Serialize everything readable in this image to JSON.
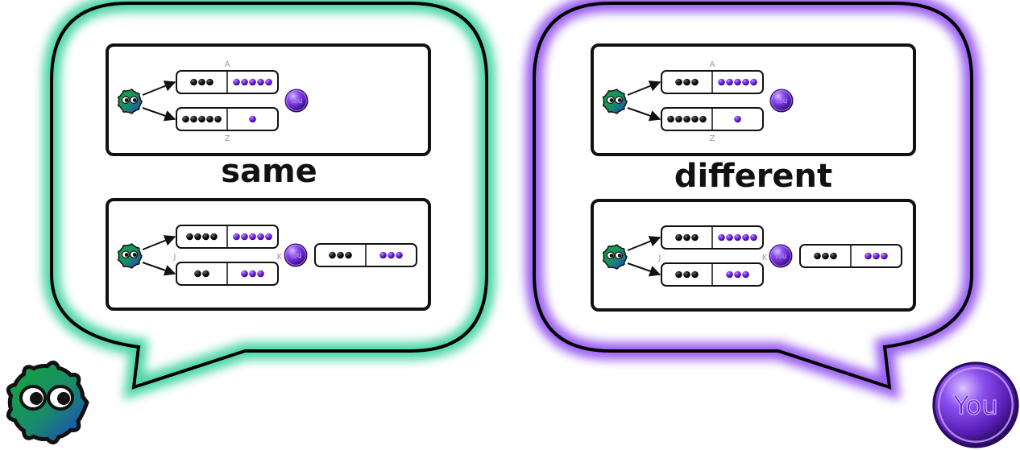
{
  "colors": {
    "left_glow": "#2fcf98",
    "right_glow": "#8a45f0",
    "purple_dot": "#6a1ad8",
    "black_dot": "#0d0d0d"
  },
  "bubbles": [
    {
      "caption": "same",
      "glow_color": "#2fcf98",
      "top_panel": {
        "label_top": "A",
        "label_bottom": "Z",
        "rows": [
          {
            "left_count": 3,
            "right_count": 5
          },
          {
            "left_count": 5,
            "right_count": 1
          }
        ],
        "you_label": "You"
      },
      "bottom_panel": {
        "label_left": "J",
        "label_right": "K",
        "rows": [
          {
            "left_count": 4,
            "right_count": 5
          },
          {
            "left_count": 2,
            "right_count": 3
          }
        ],
        "you_label": "You",
        "result": {
          "left_count": 3,
          "right_count": 3
        }
      }
    },
    {
      "caption": "different",
      "glow_color": "#8a45f0",
      "top_panel": {
        "label_top": "A",
        "label_bottom": "Z",
        "rows": [
          {
            "left_count": 3,
            "right_count": 5
          },
          {
            "left_count": 5,
            "right_count": 1
          }
        ],
        "you_label": "You"
      },
      "bottom_panel": {
        "label_left": "J",
        "label_right": "K",
        "rows": [
          {
            "left_count": 3,
            "right_count": 5
          },
          {
            "left_count": 3,
            "right_count": 3
          }
        ],
        "you_label": "You",
        "result": {
          "left_count": 3,
          "right_count": 3
        }
      }
    }
  ],
  "avatars": {
    "creature_icon": "blob-creature-icon",
    "you_label": "You"
  }
}
